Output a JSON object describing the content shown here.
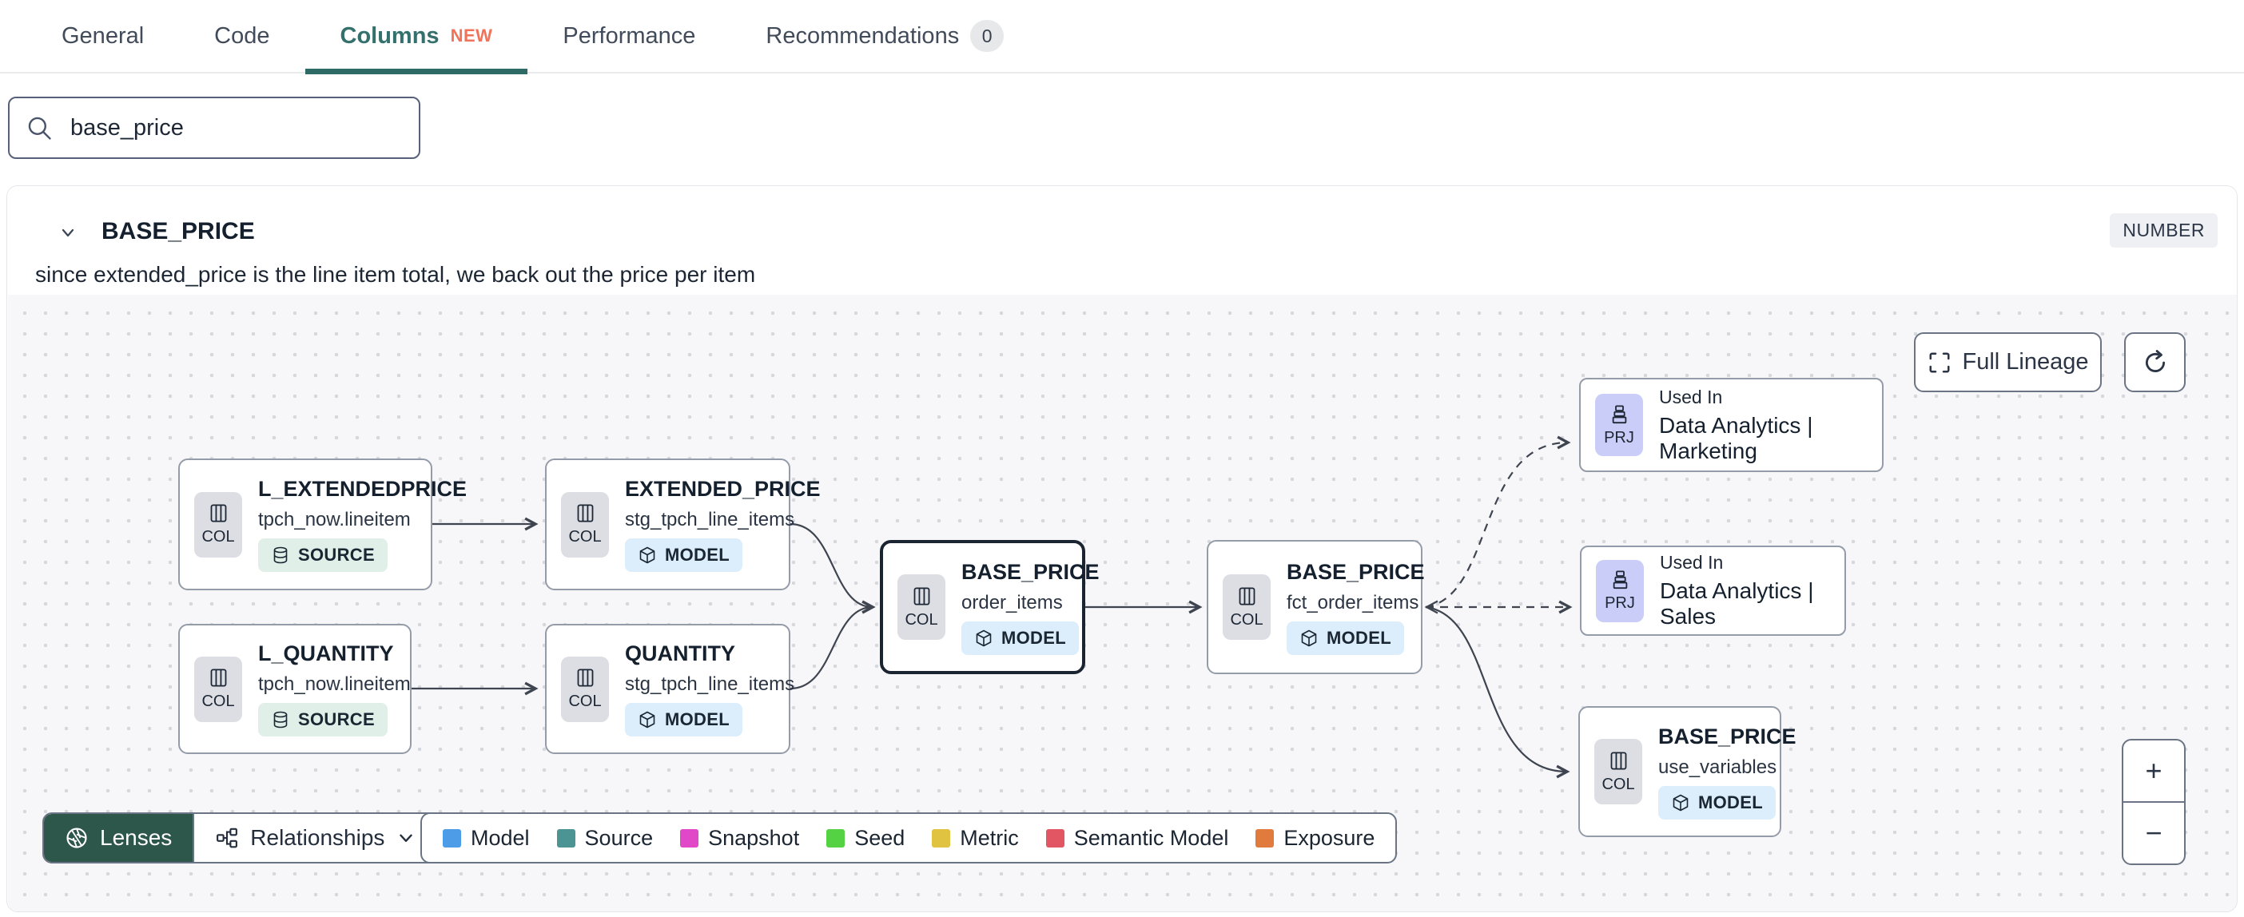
{
  "tabs": {
    "items": [
      {
        "label": "General"
      },
      {
        "label": "Code"
      },
      {
        "label": "Columns",
        "new_badge": "NEW"
      },
      {
        "label": "Performance"
      },
      {
        "label": "Recommendations",
        "count": "0"
      }
    ]
  },
  "search": {
    "value": "base_price"
  },
  "column_panel": {
    "title": "BASE_PRICE",
    "type_badge": "NUMBER",
    "description": "since extended_price is the line item total, we back out the price per item"
  },
  "lineage": {
    "controls": {
      "full_lineage": "Full Lineage",
      "zoom_in": "+",
      "zoom_out": "−"
    },
    "nodes": [
      {
        "chip": "COL",
        "title": "L_EXTENDEDPRICE",
        "subtitle": "tpch_now.lineitem",
        "badge": "SOURCE"
      },
      {
        "chip": "COL",
        "title": "EXTENDED_PRICE",
        "subtitle": "stg_tpch_line_items",
        "badge": "MODEL"
      },
      {
        "chip": "COL",
        "title": "L_QUANTITY",
        "subtitle": "tpch_now.lineitem",
        "badge": "SOURCE"
      },
      {
        "chip": "COL",
        "title": "QUANTITY",
        "subtitle": "stg_tpch_line_items",
        "badge": "MODEL"
      },
      {
        "chip": "COL",
        "title": "BASE_PRICE",
        "subtitle": "order_items",
        "badge": "MODEL"
      },
      {
        "chip": "COL",
        "title": "BASE_PRICE",
        "subtitle": "fct_order_items",
        "badge": "MODEL"
      },
      {
        "chip": "PRJ",
        "label": "Used In",
        "title": "Data Analytics | Marketing"
      },
      {
        "chip": "PRJ",
        "label": "Used In",
        "title": "Data Analytics | Sales"
      },
      {
        "chip": "COL",
        "title": "BASE_PRICE",
        "subtitle": "use_variables",
        "badge": "MODEL"
      }
    ],
    "footer": {
      "lenses": "Lenses",
      "relationships": "Relationships"
    },
    "legend": {
      "items": [
        {
          "label": "Model",
          "color": "#4d9ce8"
        },
        {
          "label": "Source",
          "color": "#4c9393"
        },
        {
          "label": "Snapshot",
          "color": "#e048c8"
        },
        {
          "label": "Seed",
          "color": "#54d243"
        },
        {
          "label": "Metric",
          "color": "#e0c340"
        },
        {
          "label": "Semantic Model",
          "color": "#e25563"
        },
        {
          "label": "Exposure",
          "color": "#e07b3d"
        }
      ]
    }
  }
}
